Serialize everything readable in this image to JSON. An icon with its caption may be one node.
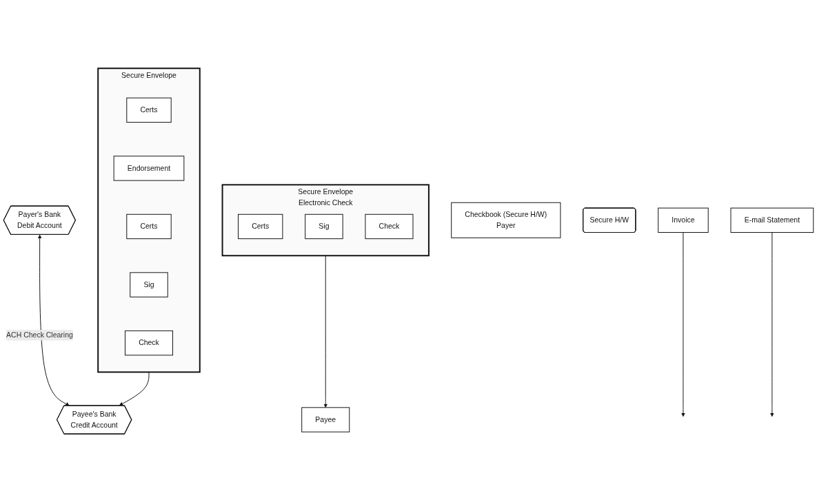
{
  "diagram": {
    "nodes": [
      {
        "text": [
          "Invoice"
        ]
      },
      {
        "text": [
          "Checkbook (Secure H/W)",
          "Payer"
        ]
      },
      {
        "text": [
          "Secure H/W"
        ]
      },
      {
        "text": [
          "Secure Envelope",
          "Electronic Check"
        ]
      },
      {
        "text": [
          "Certs"
        ],
        "in": 3
      },
      {
        "text": [
          "Sig"
        ],
        "in": 3
      },
      {
        "text": [
          "Check"
        ],
        "in": 3
      },
      {
        "text": [
          "Payee"
        ]
      },
      {
        "text": [
          "Secure Envelope"
        ]
      },
      {
        "text": [
          "Certs"
        ],
        "in": 8
      },
      {
        "text": [
          "Endorsement"
        ],
        "in": 8
      },
      {
        "text": [
          "Certs"
        ],
        "in": 8
      },
      {
        "text": [
          "Sig"
        ],
        "in": 8
      },
      {
        "text": [
          "Check"
        ],
        "in": 8
      },
      {
        "text": [
          "E-mail Statement"
        ]
      },
      {
        "text": [
          "Payer's Bank",
          "Debit Account"
        ]
      },
      {
        "text": [
          "Payee's Bank",
          "Credit Account"
        ]
      }
    ],
    "edges": [
      {
        "from": 0,
        "to": null,
        "arrow": "to"
      },
      {
        "from": 3,
        "to": 7,
        "arrow": "to"
      },
      {
        "from": 8,
        "to": 16,
        "arrow": "to"
      },
      {
        "from": 14,
        "to": null,
        "arrow": "to"
      },
      {
        "from": 15,
        "to": 16,
        "label": "ACH Check Clearing",
        "arrow": "both"
      }
    ]
  }
}
